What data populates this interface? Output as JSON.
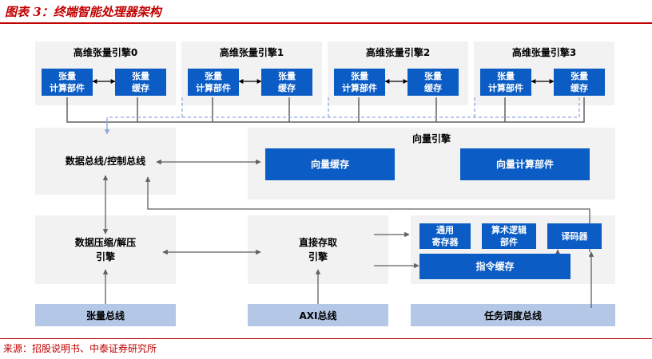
{
  "header": {
    "title": "图表 3：终端智能处理器架构"
  },
  "footer": {
    "source": "来源：招股说明书、中泰证券研究所"
  },
  "tensor_engines": [
    {
      "name": "高维张量引擎0",
      "compute": "张量\n计算部件",
      "cache": "张量\n缓存"
    },
    {
      "name": "高维张量引擎1",
      "compute": "张量\n计算部件",
      "cache": "张量\n缓存"
    },
    {
      "name": "高维张量引擎2",
      "compute": "张量\n计算部件",
      "cache": "张量\n缓存"
    },
    {
      "name": "高维张量引擎3",
      "compute": "张量\n计算部件",
      "cache": "张量\n缓存"
    }
  ],
  "data_bus": "数据总线/控制总线",
  "vector_engine": {
    "name": "向量引擎",
    "cache": "向量缓存",
    "compute": "向量计算部件"
  },
  "compress_engine": "数据压缩/解压\n引擎",
  "dma_engine": "直接存取\n引擎",
  "control_unit": {
    "gpr": "通用\n寄存器",
    "alu": "算术逻辑\n部件",
    "decoder": "译码器",
    "icache": "指令缓存"
  },
  "buses": {
    "tensor": "张量总线",
    "axi": "AXI总线",
    "task": "任务调度总线"
  },
  "colors": {
    "accent": "#c00000",
    "block": "#0b5cc4",
    "bus": "#b4c7e7",
    "panel": "#f2f2f2"
  }
}
